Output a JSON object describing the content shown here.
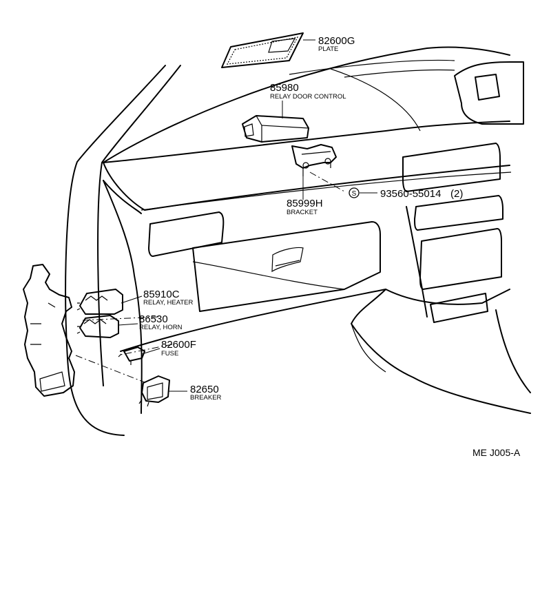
{
  "parts": {
    "plate": {
      "number": "82600G",
      "name": "PLATE"
    },
    "relay_door": {
      "number": "85980",
      "name": "RELAY DOOR CONTROL"
    },
    "bracket": {
      "number": "85999H",
      "name": "BRACKET"
    },
    "screw": {
      "symbol": "S",
      "number": "93560-55014",
      "qty": "(2)"
    },
    "relay_heater": {
      "number": "85910C",
      "name": "RELAY, HEATER"
    },
    "relay_horn": {
      "number": "86530",
      "name": "RELAY, HORN"
    },
    "fuse": {
      "number": "82600F",
      "name": "FUSE"
    },
    "breaker": {
      "number": "82650",
      "name": "BREAKER"
    }
  },
  "figure_code": "ME J005-A"
}
